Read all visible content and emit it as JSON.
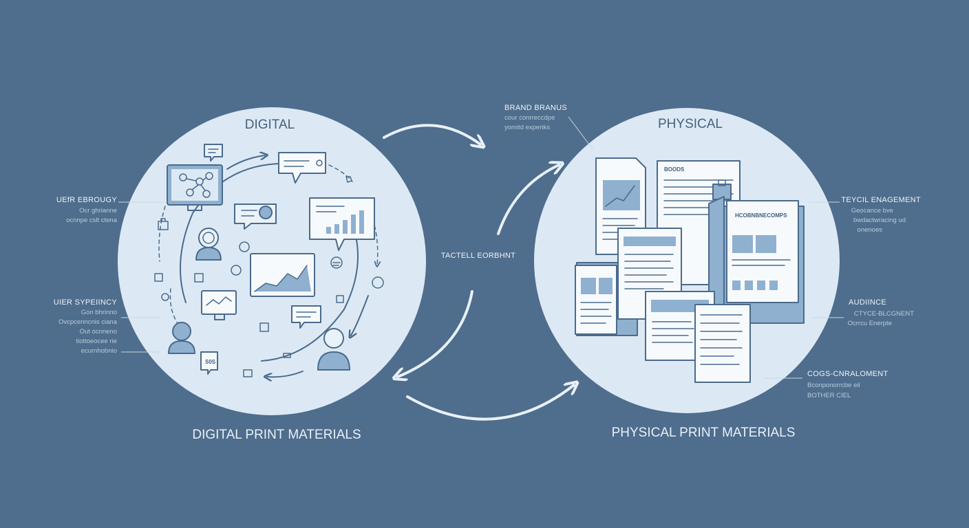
{
  "digital": {
    "title": "DIGITAL",
    "caption": "DIGITAL PRINT MATERIALS",
    "doc_label": "S0S",
    "notes": [
      {
        "head": "UEfR EBROUGY",
        "lines": [
          "Ocr ghrianne",
          "ocnnpe cslt ctena"
        ]
      },
      {
        "head": "UIER SYPEIINCY",
        "lines": [
          "Gon bhrinno",
          "Ovcpcenncnis ciana",
          "Out ocnneno",
          "tiottoeocee rie",
          "ecurnhobnio"
        ]
      }
    ]
  },
  "physical": {
    "title": "PHYSICAL",
    "caption": "PHYSICAL PRINT MATERIALS",
    "doc_labels": [
      "BOODS",
      "HCOBNBNECOMPS"
    ],
    "notes": [
      {
        "head": "BRAND BRANUS",
        "lines": [
          "cour conrreccdpe",
          "yomitd expenks"
        ]
      },
      {
        "head": "TEYCIL ENAGEMENT",
        "lines": [
          "Geocance bve",
          "bwdactwracing ud",
          "onenoes"
        ]
      },
      {
        "head": "AUDIINCE",
        "lines": [
          "CTYCE-BLCGNENT",
          "Ocrrcu Enerpte"
        ]
      },
      {
        "head": "COGS-CNRALOMENT",
        "lines": [
          "Bconponorrcbe eil",
          "BOTHER CIEL"
        ]
      }
    ]
  },
  "center": {
    "label": "TACTELL EORBHNT"
  },
  "colors": {
    "background": "#4f6d8c",
    "circle": "#dce9f4",
    "accent": "#8fb0cf",
    "outline": "#4a6a8b"
  },
  "icons": [
    "monitor-network-icon",
    "chat-bubble-icon",
    "bar-chart-icon",
    "user-icon",
    "line-chart-icon",
    "document-icon",
    "cycle-arrow-icon"
  ]
}
